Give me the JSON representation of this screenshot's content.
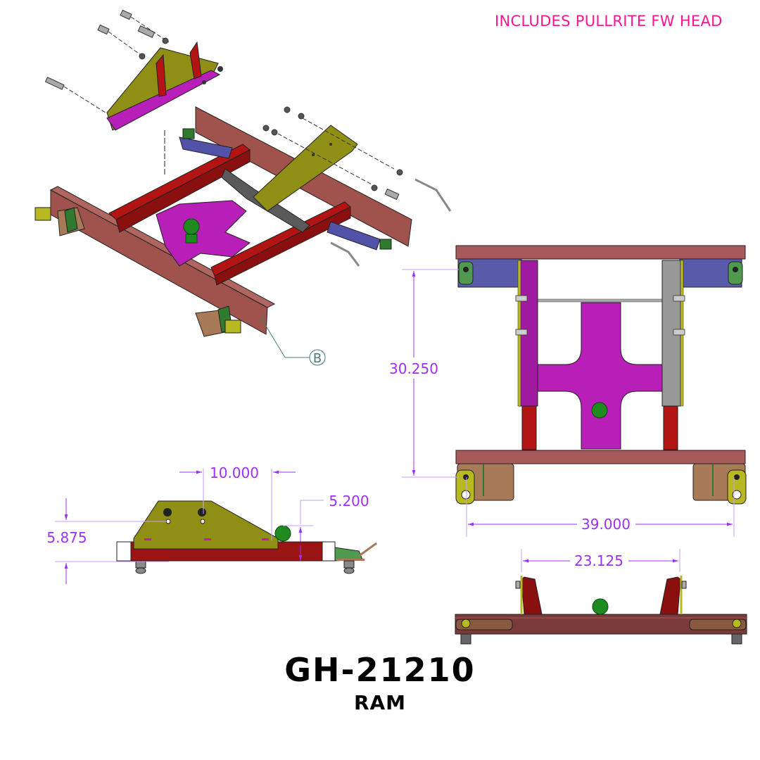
{
  "header": {
    "note": "INCLUDES PULLRITE FW HEAD",
    "note_color": "#ff1493"
  },
  "title": {
    "part_number": "GH-21210",
    "model": "RAM"
  },
  "callout": {
    "label": "B"
  },
  "dimensions": {
    "side_view": {
      "width_between_holes": "10.000",
      "plate_height": "5.875",
      "ball_height": "5.200"
    },
    "top_view": {
      "rail_spacing": "30.250",
      "overall_width": "39.000"
    },
    "front_view": {
      "bracket_spacing": "23.125"
    }
  },
  "colors": {
    "dimension": "#9b30ff",
    "frame_rail": "#a0524d",
    "cross_member": "#b21414",
    "plate": "#b81eb8",
    "bracket": "#8f8f16",
    "ball": "#1f8a1f",
    "mount_blue": "#5252a8",
    "mount_tan": "#a87a58",
    "callout": "#4a7a7a"
  },
  "views": [
    "isometric-exploded-view",
    "top-view",
    "side-view",
    "front-view"
  ]
}
